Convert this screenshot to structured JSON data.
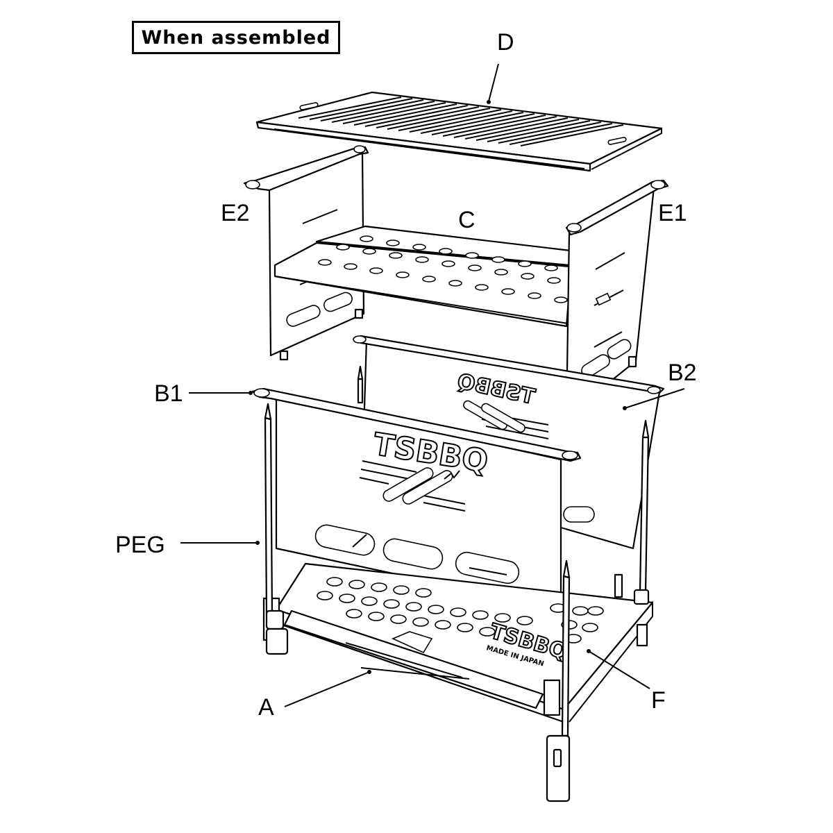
{
  "title": "When assembled",
  "labels": {
    "d": "D",
    "c": "C",
    "e1": "E1",
    "e2": "E2",
    "b1": "B1",
    "b2": "B2",
    "peg": "PEG",
    "a": "A",
    "f": "F"
  },
  "branding": {
    "logo_front": "TSBBQ",
    "logo_back": "TSBBQ",
    "logo_base": "TSBBQ",
    "made_in": "MADE IN JAPAN"
  }
}
